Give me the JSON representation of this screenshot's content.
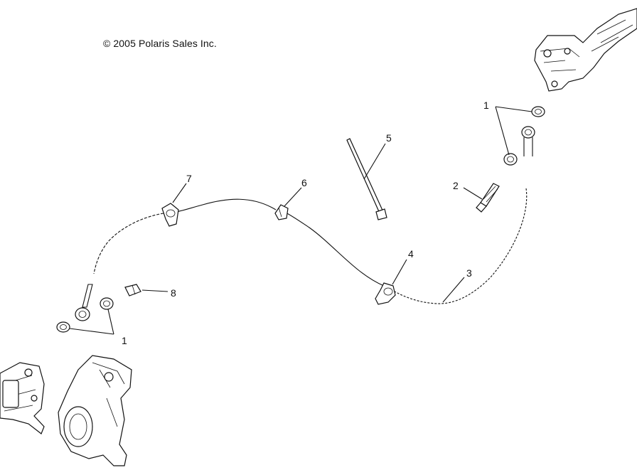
{
  "copyright": "© 2005 Polaris Sales Inc.",
  "callouts": [
    {
      "id": "c1-top",
      "label": "1"
    },
    {
      "id": "c2",
      "label": "2"
    },
    {
      "id": "c3",
      "label": "3"
    },
    {
      "id": "c4",
      "label": "4"
    },
    {
      "id": "c5",
      "label": "5"
    },
    {
      "id": "c6",
      "label": "6"
    },
    {
      "id": "c7",
      "label": "7"
    },
    {
      "id": "c8",
      "label": "8"
    },
    {
      "id": "c1-bottom",
      "label": "1"
    }
  ]
}
